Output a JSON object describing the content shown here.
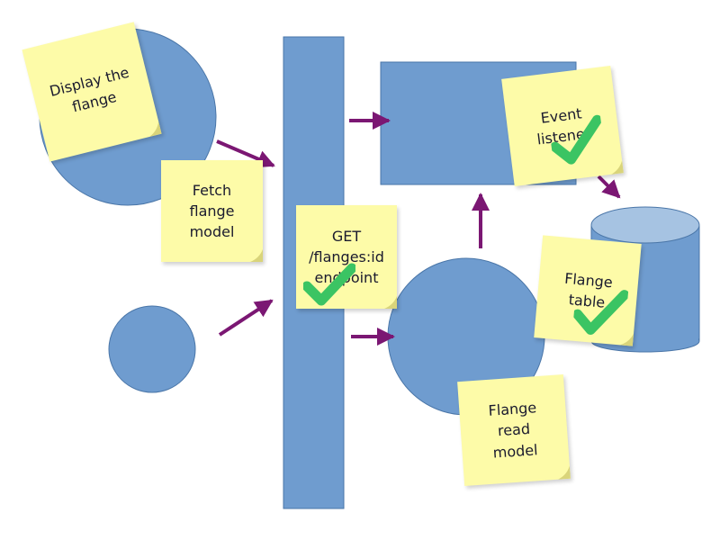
{
  "colors": {
    "shape_fill": "#6f9ccf",
    "shape_stroke": "#4a76a8",
    "cylinder_top": "#a6c3e2",
    "note_fill": "#fdfba8",
    "arrow": "#7b1773",
    "check": "#3bc463",
    "text": "#1a1a2e"
  },
  "notes": {
    "display": {
      "text": "Display the\nflange",
      "icon": "none"
    },
    "fetch": {
      "text": "Fetch\nflange\nmodel",
      "icon": "none"
    },
    "get": {
      "text": "GET\n/flanges:id\nendpoint",
      "icon": "check-icon"
    },
    "event": {
      "text": "Event\nlistener",
      "icon": "check-icon"
    },
    "table": {
      "text": "Flange\ntable",
      "icon": "check-icon"
    },
    "read": {
      "text": "Flange\nread\nmodel",
      "icon": "none"
    }
  }
}
